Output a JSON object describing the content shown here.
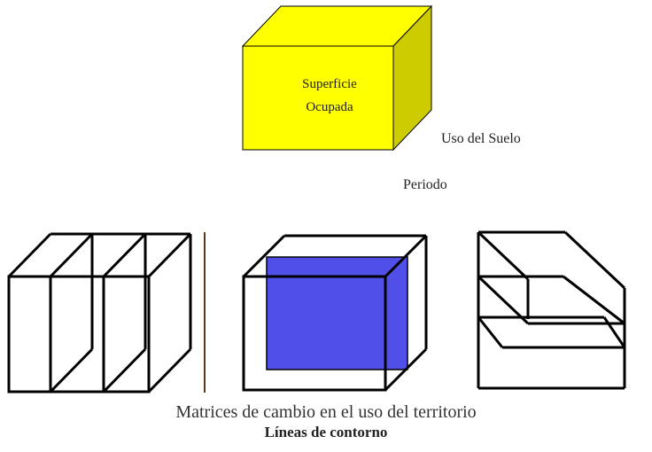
{
  "top_cube": {
    "face_text_line1": "Superficie",
    "face_text_line2": "Ocupada",
    "side_label": "Uso del Suelo",
    "depth_label": "Periodo",
    "fill_color": "#ffff00",
    "side_color": "#cccc00"
  },
  "blue_face_color": "#5050e8",
  "captions": {
    "line1": "Matrices de cambio en el uso del territorio",
    "line2": "Líneas de contorno"
  }
}
